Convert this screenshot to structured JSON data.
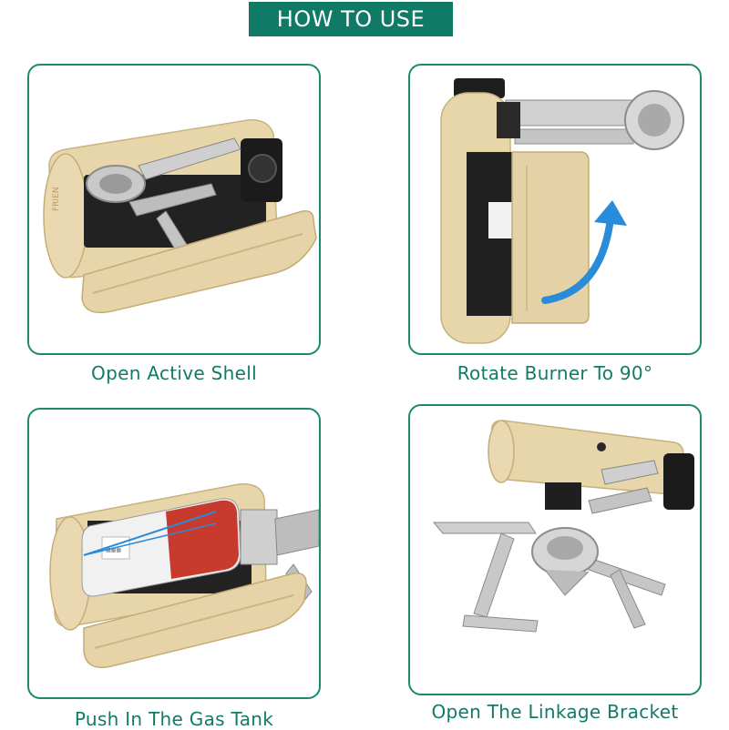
{
  "header": {
    "title": "HOW TO USE"
  },
  "steps": [
    {
      "caption": "Open Active Shell"
    },
    {
      "caption": "Rotate Burner To 90°"
    },
    {
      "caption": "Push In The Gas Tank"
    },
    {
      "caption": "Open The Linkage Bracket"
    }
  ],
  "colors": {
    "accent": "#0f7a66",
    "caption": "#127a66",
    "shell": "#e6d4aa",
    "arrow": "#2a8bd8"
  }
}
